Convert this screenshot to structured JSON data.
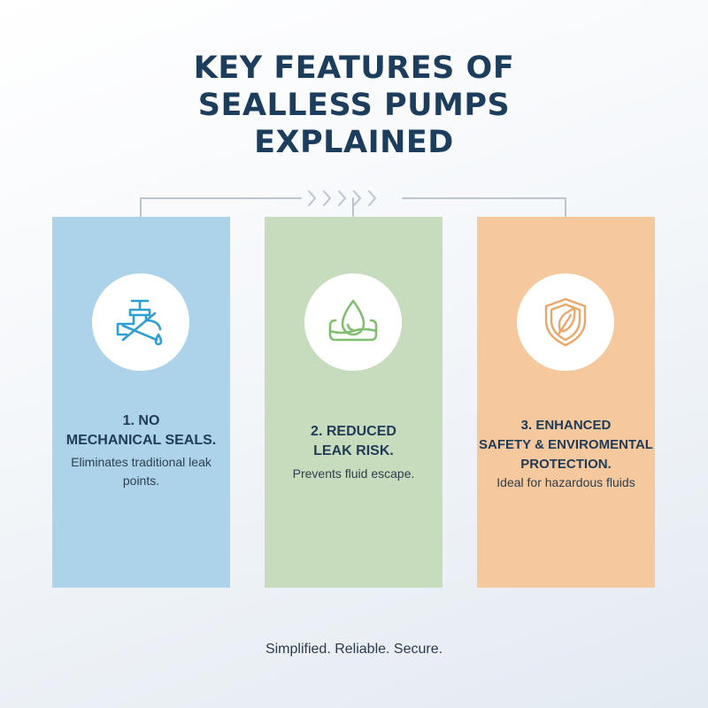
{
  "title": {
    "line1": "KEY FEATURES OF",
    "line2": "SEALLESS PUMPS",
    "line3": "EXPLAINED"
  },
  "colors": {
    "title": "#1d3d5c",
    "card_1_bg": "#add3ea",
    "card_2_bg": "#c7dbbd",
    "card_3_bg": "#f5c89e",
    "icon_1": "#2f9fd1",
    "icon_2": "#7fbf6e",
    "icon_3": "#eba66a",
    "connector": "#bcc5ce"
  },
  "cards": [
    {
      "icon": "faucet-crossed-icon",
      "heading_line1": "1. NO",
      "heading_line2": "MECHANICAL SEALS.",
      "description": "Eliminates traditional leak points."
    },
    {
      "icon": "water-drop-container-icon",
      "heading_line1": "2. REDUCED",
      "heading_line2": "LEAK RISK.",
      "description": "Prevents fluid escape."
    },
    {
      "icon": "shield-leaf-icon",
      "heading_line1": "3. ENHANCED",
      "heading_line2": "SAFETY & ENVIROMENTAL",
      "heading_line3": "PROTECTION.",
      "description": "Ideal for hazardous fluids"
    }
  ],
  "tagline": "Simplified. Reliable. Secure."
}
